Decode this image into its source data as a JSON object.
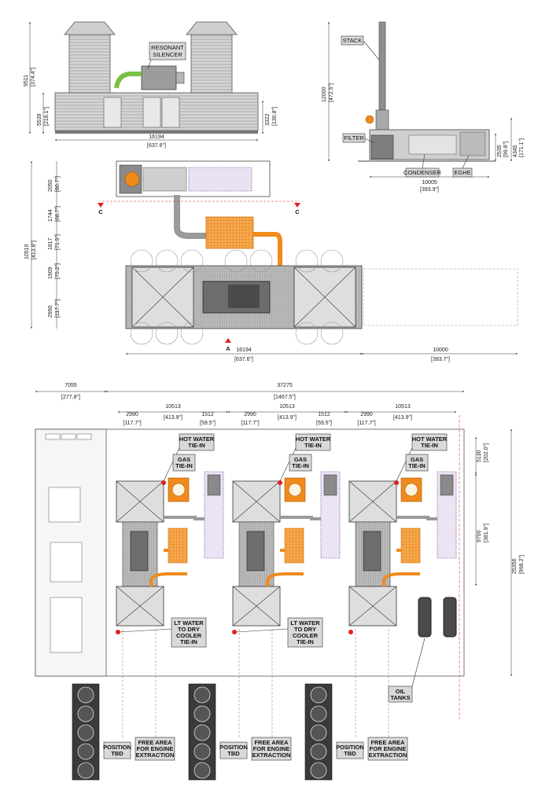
{
  "colors": {
    "accent_orange": "#f08a1c",
    "steel": "#a8a8a8",
    "dark": "#333333",
    "red_marker": "#e02020",
    "callout_fill": "#d9d9d9"
  },
  "side_elevation": {
    "overall_length": "16194",
    "overall_length_in": "[637.6\"]",
    "height_total": "9511",
    "height_total_in": "[374.4\"]",
    "height_mid": "5539",
    "height_mid_in": "[218.1\"]",
    "height_right": "3322",
    "height_right_in": "[130.8\"]",
    "callout_silencer": [
      "RESONANT",
      "SILENCER"
    ]
  },
  "end_elevation": {
    "callout_stack": "STACK",
    "callout_filter": "FILTER",
    "callout_condenser": "CONDENSER",
    "callout_eghe": "EGHE",
    "height_total": "12000",
    "height_total_in": "[472.5\"]",
    "width": "10005",
    "width_in": "[393.9\"]",
    "height_a": "2535",
    "height_a_in": "[99.8\"]",
    "height_b": "4345",
    "height_b_in": "[171.1\"]"
  },
  "plan_single": {
    "d1": "2050",
    "d1_in": "[80.7\"]",
    "d2": "1744",
    "d2_in": "[68.7\"]",
    "d3": "1817",
    "d3_in": "[71.5\"]",
    "d4": "1909",
    "d4_in": "[75.2\"]",
    "d5": "2990",
    "d5_in": "[117.7\"]",
    "total": "10510",
    "total_in": "[413.8\"]",
    "length": "16194",
    "length_in": "[637.6\"]",
    "extension": "10000",
    "extension_in": "[393.7\"]",
    "section_c": "C",
    "section_a": "A"
  },
  "site_plan": {
    "left_width": "7055",
    "left_width_in": "[277.8\"]",
    "overall_width": "37275",
    "overall_width_in": "[1467.5\"]",
    "module_width": "10513",
    "module_width_in": "[413.9\"]",
    "gen_width": "2990",
    "gen_width_in": "[117.7\"]",
    "gap": "1512",
    "gap_in": "[59.5\"]",
    "right_top": "5130",
    "right_top_in": "[202.0\"]",
    "right_mid": "9700",
    "right_mid_in": "[381.9\"]",
    "right_total": "25356",
    "right_total_in": "[998.2\"]",
    "callouts": {
      "hot_water": [
        "HOT WATER",
        "TIE-IN"
      ],
      "gas": [
        "GAS",
        "TIE-IN"
      ],
      "lt_water": [
        "LT WATER",
        "TO DRY",
        "COOLER",
        "TIE-IN"
      ],
      "oil_tanks": [
        "OIL",
        "TANKS"
      ],
      "position": [
        "POSITION",
        "TBD"
      ],
      "free_area": [
        "FREE AREA",
        "FOR ENGINE",
        "EXTRACTION"
      ]
    }
  }
}
